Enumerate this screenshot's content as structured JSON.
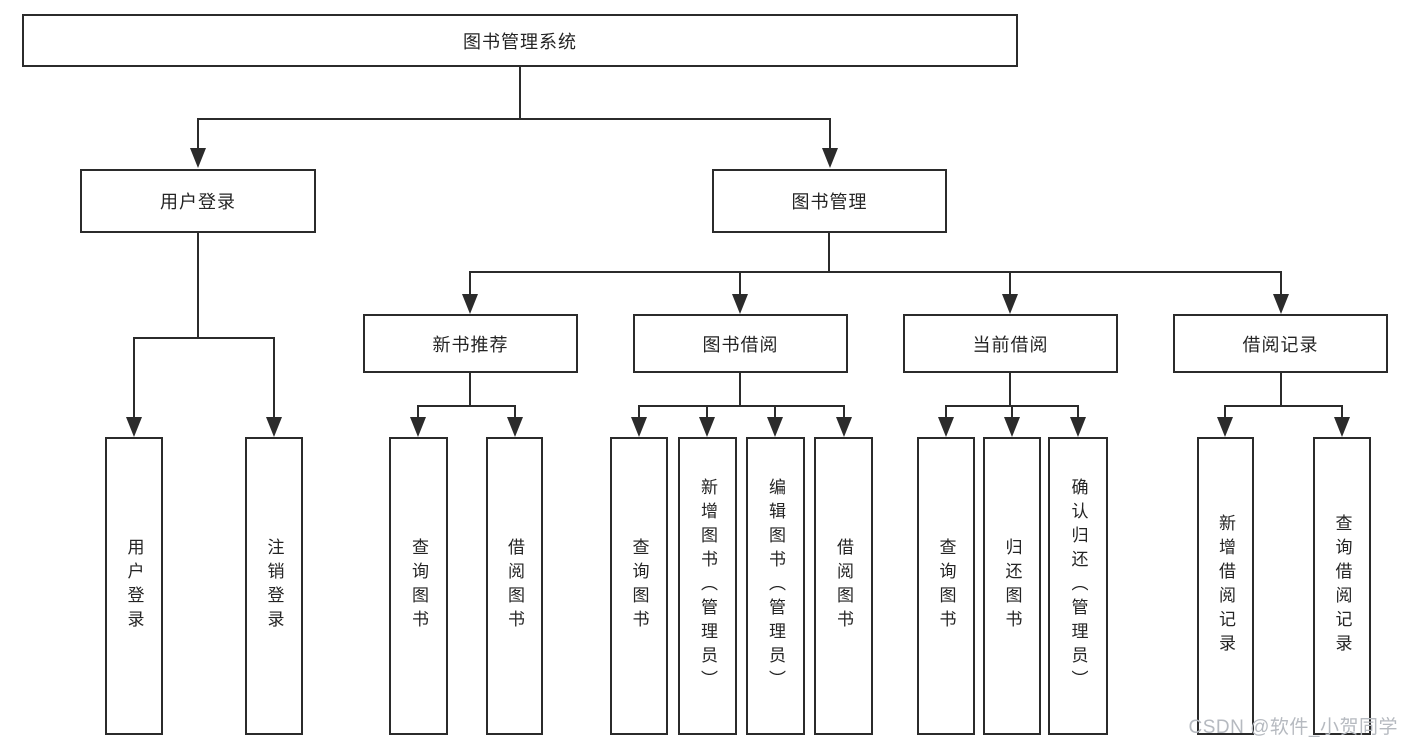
{
  "title": "图书管理系统",
  "watermark": "CSDN @软件_小贺同学",
  "colors": {
    "background": "#ffffff",
    "line": "#2b2b2b",
    "box_border": "#2b2b2b",
    "text": "#242424",
    "watermark": "#b6bac0"
  },
  "nodes": {
    "root": {
      "label": "图书管理系统"
    },
    "user_login": {
      "label": "用户登录"
    },
    "book_mgmt": {
      "label": "图书管理"
    },
    "new_book_rec": {
      "label": "新书推荐"
    },
    "book_borrow": {
      "label": "图书借阅"
    },
    "current_borrow": {
      "label": "当前借阅"
    },
    "borrow_records": {
      "label": "借阅记录"
    },
    "leaves": {
      "login_user": {
        "label": "用户登录"
      },
      "login_logout": {
        "label": "注销登录"
      },
      "rec_query": {
        "label": "查询图书"
      },
      "rec_borrow": {
        "label": "借阅图书"
      },
      "bb_query": {
        "label": "查询图书"
      },
      "bb_add": {
        "label": "新增图书（管理员）"
      },
      "bb_edit": {
        "label": "编辑图书（管理员）"
      },
      "bb_borrow": {
        "label": "借阅图书"
      },
      "cb_query": {
        "label": "查询图书"
      },
      "cb_return": {
        "label": "归还图书"
      },
      "cb_confirm": {
        "label": "确认归还（管理员）"
      },
      "br_add": {
        "label": "新增借阅记录"
      },
      "br_query": {
        "label": "查询借阅记录"
      }
    }
  }
}
